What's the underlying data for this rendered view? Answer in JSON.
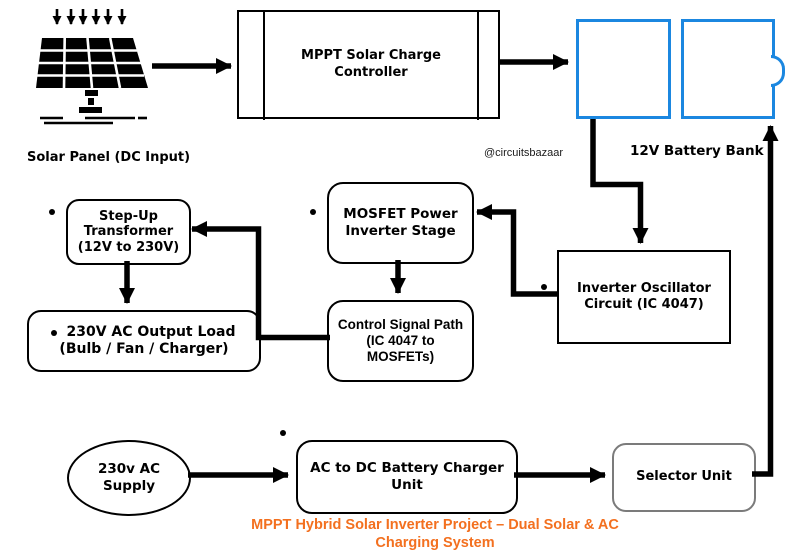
{
  "caption": {
    "line1": "MPPT Hybrid Solar Inverter Project – Dual Solar & AC",
    "line2": "Charging System"
  },
  "watermark": "@circuitsbazaar",
  "labels": {
    "solar_panel": "Solar Panel (DC Input)",
    "battery_bank": "12V Battery Bank"
  },
  "nodes": {
    "mppt_controller": {
      "lines": [
        "MPPT Solar Charge",
        "Controller"
      ]
    },
    "step_up_transformer": {
      "lines": [
        "Step-Up",
        "Transformer",
        "(12V to 230V)"
      ]
    },
    "mosfet_inverter": {
      "lines": [
        "MOSFET Power",
        "Inverter Stage"
      ]
    },
    "output_load": {
      "lines": [
        "230V AC Output Load",
        "(Bulb / Fan / Charger)"
      ]
    },
    "control_signal_path": {
      "lines": [
        "Control Signal Path",
        "(IC 4047 to",
        "MOSFETs)"
      ]
    },
    "inverter_oscillator": {
      "lines": [
        "Inverter Oscillator",
        "Circuit (IC 4047)"
      ]
    },
    "ac_supply": {
      "lines": [
        "230v AC",
        "Supply"
      ]
    },
    "ac_dc_charger": {
      "lines": [
        "AC to DC Battery Charger",
        "Unit"
      ]
    },
    "selector_unit": {
      "lines": [
        "Selector Unit"
      ]
    }
  },
  "colors": {
    "battery_outline": "#1B87E0",
    "caption_orange": "#F3701F",
    "connector_black": "#000000",
    "selector_border": "#7B7B7B"
  }
}
